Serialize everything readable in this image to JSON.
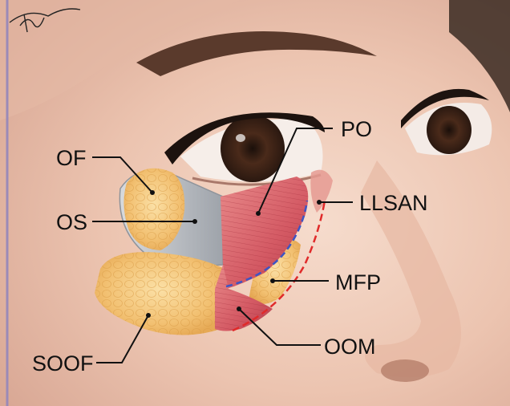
{
  "labels": {
    "of": "OF",
    "os": "OS",
    "soof": "SOOF",
    "po": "PO",
    "llsan": "LLSAN",
    "mfp": "MFP",
    "oom": "OOM"
  },
  "colors": {
    "frame": "#9b8ab8",
    "skin": "#ecc6b4",
    "fat": "#f2c071",
    "muscle": "#d9646c",
    "septum": "#b8bcc2",
    "blue_line": "#3d55c4",
    "red_line": "#e02a2a"
  },
  "icons": {
    "signature": "signature"
  }
}
